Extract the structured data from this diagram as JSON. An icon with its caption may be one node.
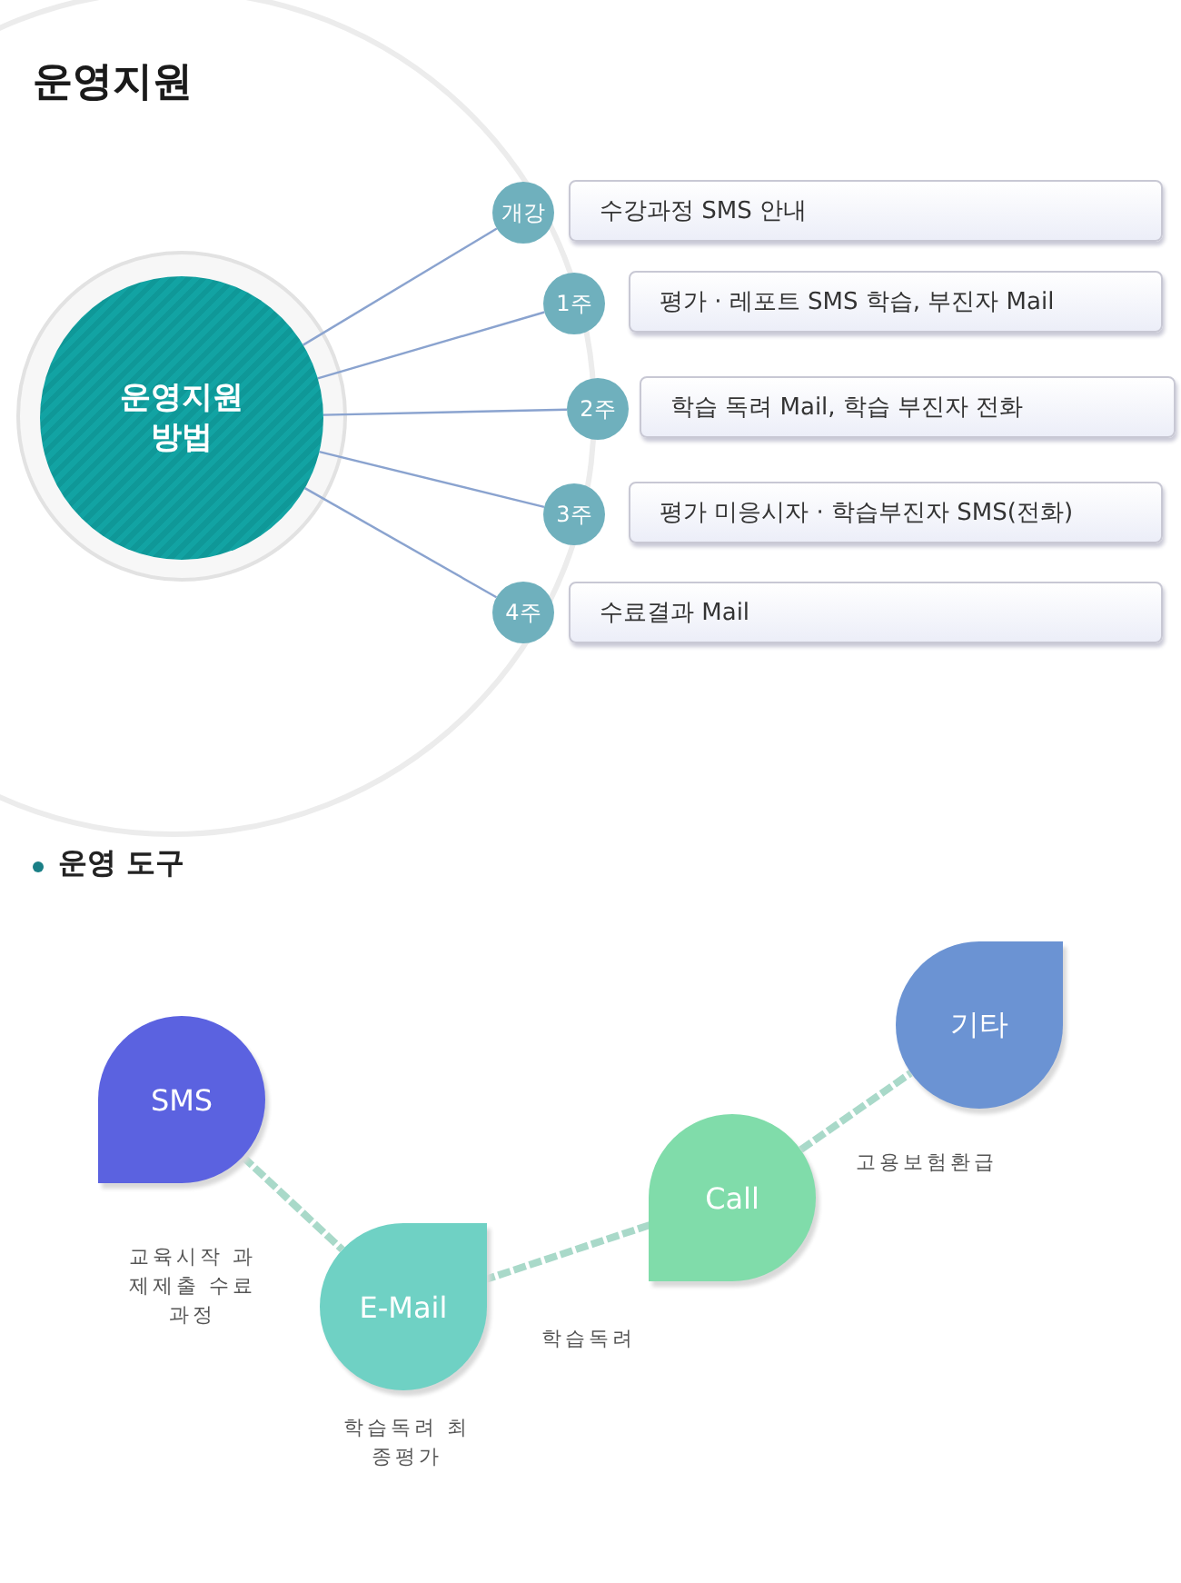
{
  "diagram": {
    "title": "운영지원",
    "nodes": [
      {
        "text": [
          "운영지원 방법"
        ]
      },
      {
        "text": [
          "개강"
        ]
      },
      {
        "text": [
          "수강과정 SMS 안내"
        ]
      },
      {
        "text": [
          "1주"
        ]
      },
      {
        "text": [
          "평가 · 레포트 SMS 학습, 부진자 Mail"
        ]
      },
      {
        "text": [
          "2주"
        ]
      },
      {
        "text": [
          "학습 독려 Mail, 학습 부진자 전화"
        ]
      },
      {
        "text": [
          "3주"
        ]
      },
      {
        "text": [
          "평가 미응시자 · 학습부진자 SMS(전화)"
        ]
      },
      {
        "text": [
          "4주"
        ]
      },
      {
        "text": [
          "수료결과 Mail"
        ]
      },
      {
        "text": [
          "SMS"
        ],
        "beside": [
          "교육시작 과제제출 수료과정"
        ]
      },
      {
        "text": [
          "E-Mail"
        ],
        "beside": [
          "학습독려 최종평가"
        ]
      },
      {
        "text": [
          "Call"
        ],
        "beside": [
          "학습독려"
        ]
      },
      {
        "text": [
          "기타"
        ],
        "beside": [
          "고용보험환급"
        ]
      }
    ],
    "edges": [
      {
        "from": 0,
        "to": 1,
        "arrow": "none"
      },
      {
        "from": 0,
        "to": 3,
        "arrow": "none"
      },
      {
        "from": 0,
        "to": 5,
        "arrow": "none"
      },
      {
        "from": 0,
        "to": 7,
        "arrow": "none"
      },
      {
        "from": 0,
        "to": 9,
        "arrow": "none"
      },
      {
        "from": 11,
        "to": 12,
        "arrow": "none",
        "style": "dashed",
        "color": "#a9d9c9"
      },
      {
        "from": 12,
        "to": 13,
        "arrow": "none",
        "style": "dashed",
        "color": "#a9d9c9"
      },
      {
        "from": 13,
        "to": 14,
        "arrow": "none",
        "style": "dashed",
        "color": "#a9d9c9"
      }
    ],
    "labels": [
      "운영 도구"
    ]
  }
}
